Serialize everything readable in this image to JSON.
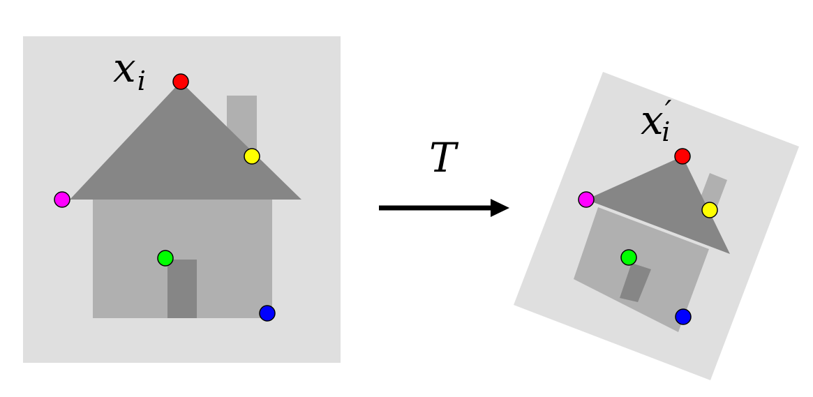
{
  "source": {
    "label_main": "x",
    "label_sub": "i"
  },
  "transform": {
    "label": "T"
  },
  "target": {
    "label_main": "x",
    "label_sub": "i",
    "label_prime": "′"
  },
  "colors": {
    "background_panel": "#dfdfdf",
    "house_body": "#b0b0b0",
    "roof": "#868686",
    "chimney": "#b0b0b0",
    "door": "#868686",
    "point_red": "#ff0000",
    "point_yellow": "#ffff00",
    "point_magenta": "#ff00ff",
    "point_green": "#00ff00",
    "point_blue": "#0000ff",
    "arrow": "#000000"
  }
}
